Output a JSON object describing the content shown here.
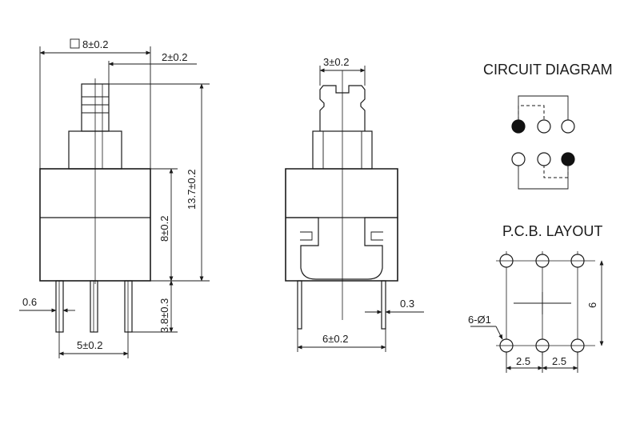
{
  "front_view": {
    "body_square": "8±0.2",
    "plunger_offset": "2±0.2",
    "overall_height": "13.7±0.2",
    "body_height": "8±0.2",
    "pin_length": "3.8±0.3",
    "pin_width": "0.6",
    "pin_pitch": "5±0.2"
  },
  "side_view": {
    "plunger_width": "3±0.2",
    "pin_thickness": "0.3",
    "pin_span": "6±0.2"
  },
  "circuit_diagram": {
    "title": "CIRCUIT DIAGRAM"
  },
  "pcb_layout": {
    "title": "P.C.B. LAYOUT",
    "hole_spec": "6-Ø1",
    "row_spacing": "6",
    "pitch_left": "2.5",
    "pitch_right": "2.5"
  }
}
